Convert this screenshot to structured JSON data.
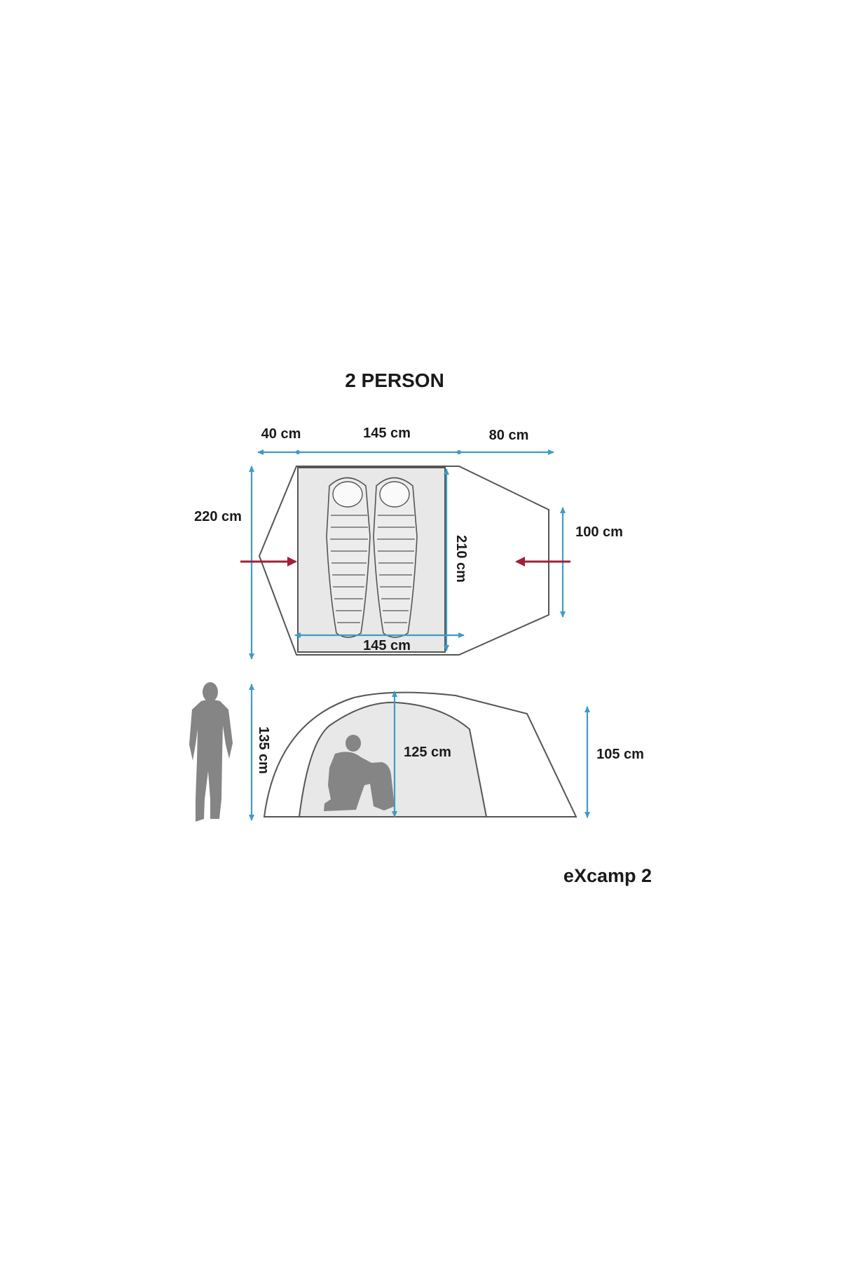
{
  "title": "2 PERSON",
  "model": "eXcamp 2",
  "top_view": {
    "dim_vestibule_left": "40 cm",
    "dim_inner_top": "145 cm",
    "dim_vestibule_right": "80 cm",
    "dim_total_length": "220 cm",
    "dim_inner_length": "210 cm",
    "dim_inner_bottom": "145 cm",
    "dim_rear_width": "100 cm"
  },
  "side_view": {
    "dim_outer_height": "135 cm",
    "dim_inner_height": "125 cm",
    "dim_rear_height": "105 cm"
  },
  "colors": {
    "dimension": "#3d9cc4",
    "entry_arrow": "#a0203a",
    "silhouette": "#858585",
    "inner_tent": "#e8e8e8"
  }
}
